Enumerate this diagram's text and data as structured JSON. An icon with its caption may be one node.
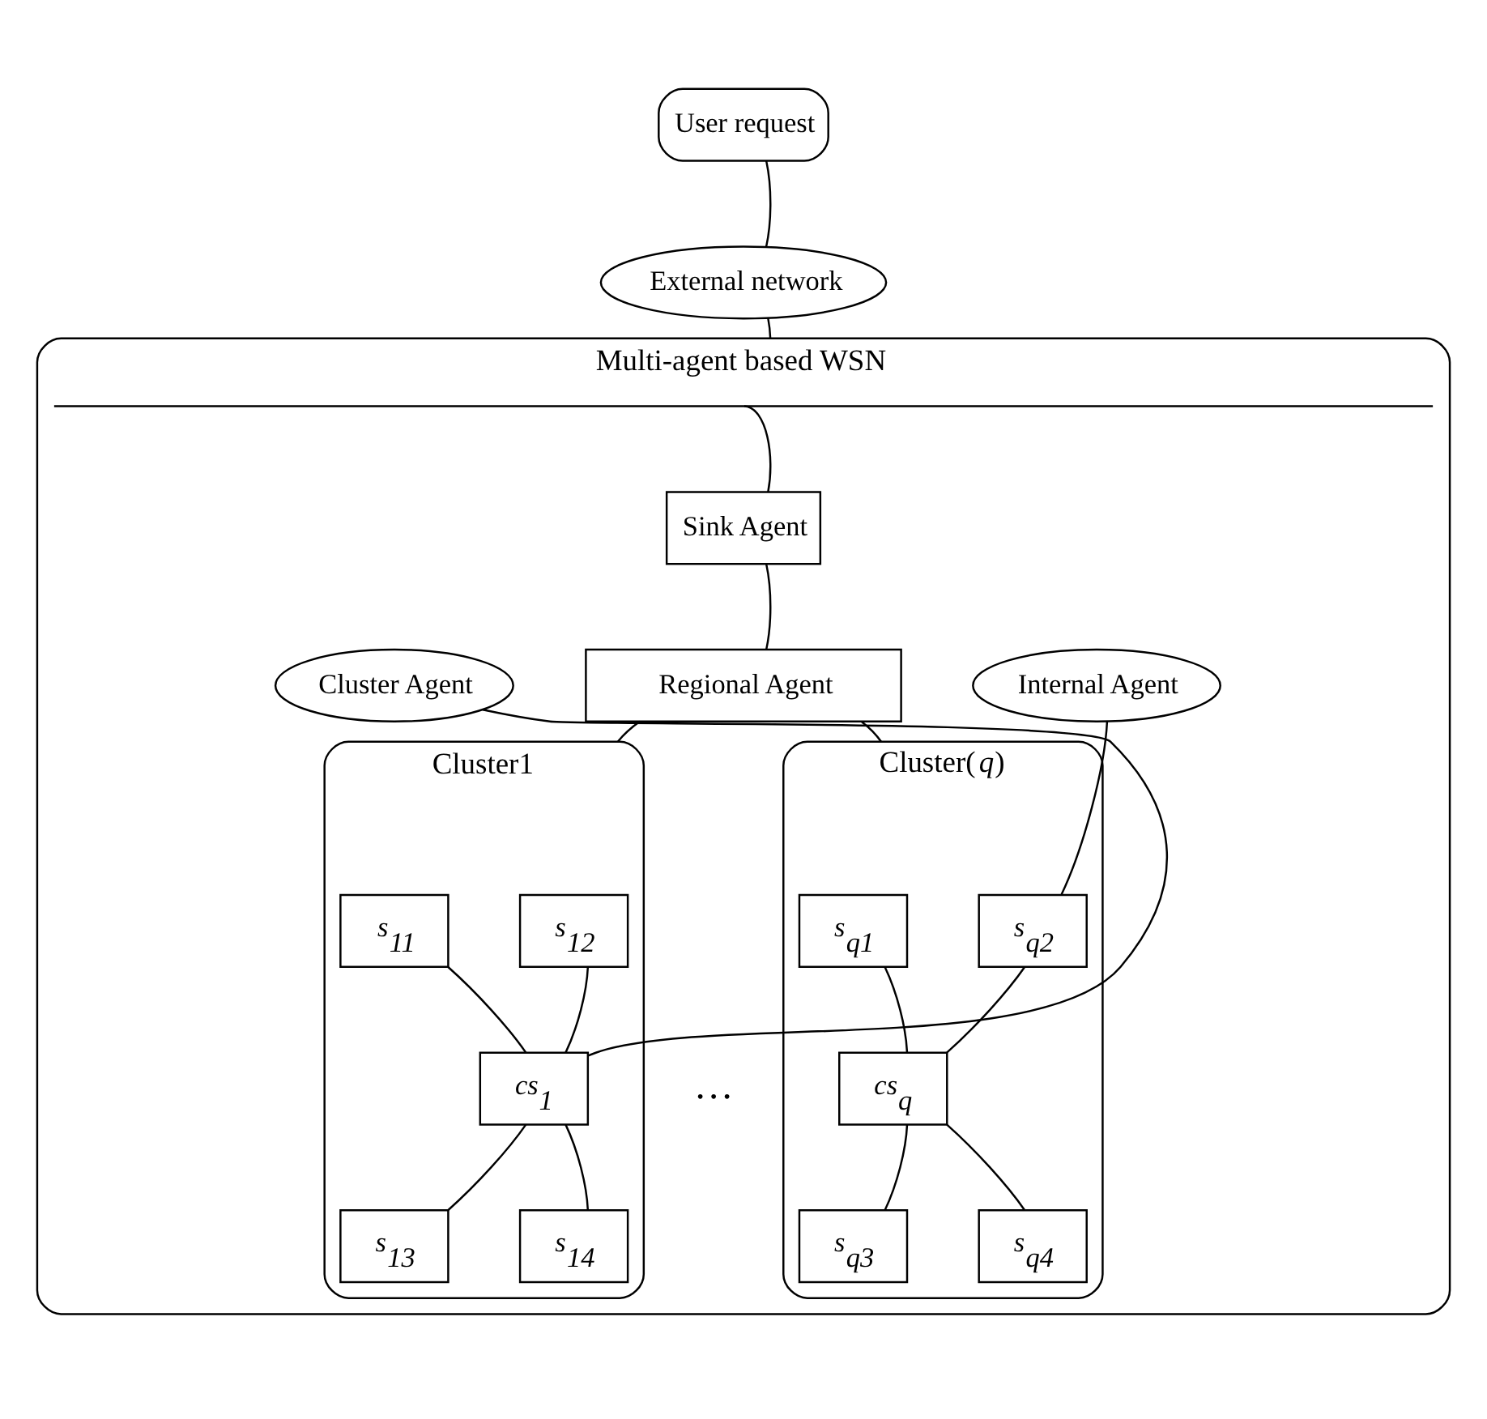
{
  "diagram": {
    "nodes": [
      {
        "text": [
          "User request"
        ]
      },
      {
        "text": [
          "External network"
        ]
      },
      {
        "text": [
          "Multi-agent based WSN"
        ]
      },
      {
        "text": [
          "Sink Agent"
        ],
        "in": 2
      },
      {
        "text": [
          "Regional Agent"
        ],
        "in": 2
      },
      {
        "text": [
          "Cluster Agent"
        ],
        "in": 2
      },
      {
        "text": [
          "Internal Agent"
        ],
        "in": 2
      },
      {
        "text": [
          "Cluster1"
        ],
        "in": 2
      },
      {
        "text": [
          "s$_{11}$"
        ],
        "in": 7
      },
      {
        "text": [
          "s$_{12}$"
        ],
        "in": 7
      },
      {
        "text": [
          "cs$_{1}$"
        ],
        "in": 7
      },
      {
        "text": [
          "s$_{13}$"
        ],
        "in": 7
      },
      {
        "text": [
          "s$_{14}$"
        ],
        "in": 7
      },
      {
        "text": [
          "Cluster(*q*)"
        ],
        "in": 2
      },
      {
        "text": [
          "s$_{q1}$"
        ],
        "in": 13
      },
      {
        "text": [
          "s$_{q2}$"
        ],
        "in": 13
      },
      {
        "text": [
          "cs$_{q}$"
        ],
        "in": 13
      },
      {
        "text": [
          "s$_{q3}$"
        ],
        "in": 13
      },
      {
        "text": [
          "s$_{q4}$"
        ],
        "in": 13
      }
    ],
    "edges": [
      {
        "from": 0,
        "to": 1,
        "arrow": "none"
      },
      {
        "from": 1,
        "to": 2,
        "arrow": "none"
      },
      {
        "from": 2,
        "to": 3,
        "arrow": "none"
      },
      {
        "from": 3,
        "to": 4,
        "arrow": "none"
      },
      {
        "from": 4,
        "to": 7,
        "arrow": "none"
      },
      {
        "from": 4,
        "to": 13,
        "arrow": "none"
      },
      {
        "from": 5,
        "to": 10,
        "arrow": "none"
      },
      {
        "from": 6,
        "to": 15,
        "arrow": "none"
      },
      {
        "from": 8,
        "to": 10,
        "arrow": "none"
      },
      {
        "from": 9,
        "to": 10,
        "arrow": "none"
      },
      {
        "from": 11,
        "to": 10,
        "arrow": "none"
      },
      {
        "from": 12,
        "to": 10,
        "arrow": "none"
      },
      {
        "from": 14,
        "to": 16,
        "arrow": "none"
      },
      {
        "from": 15,
        "to": 16,
        "arrow": "none"
      },
      {
        "from": 17,
        "to": 16,
        "arrow": "none"
      },
      {
        "from": 18,
        "to": 16,
        "arrow": "none"
      }
    ],
    "labels": [
      "…"
    ]
  }
}
